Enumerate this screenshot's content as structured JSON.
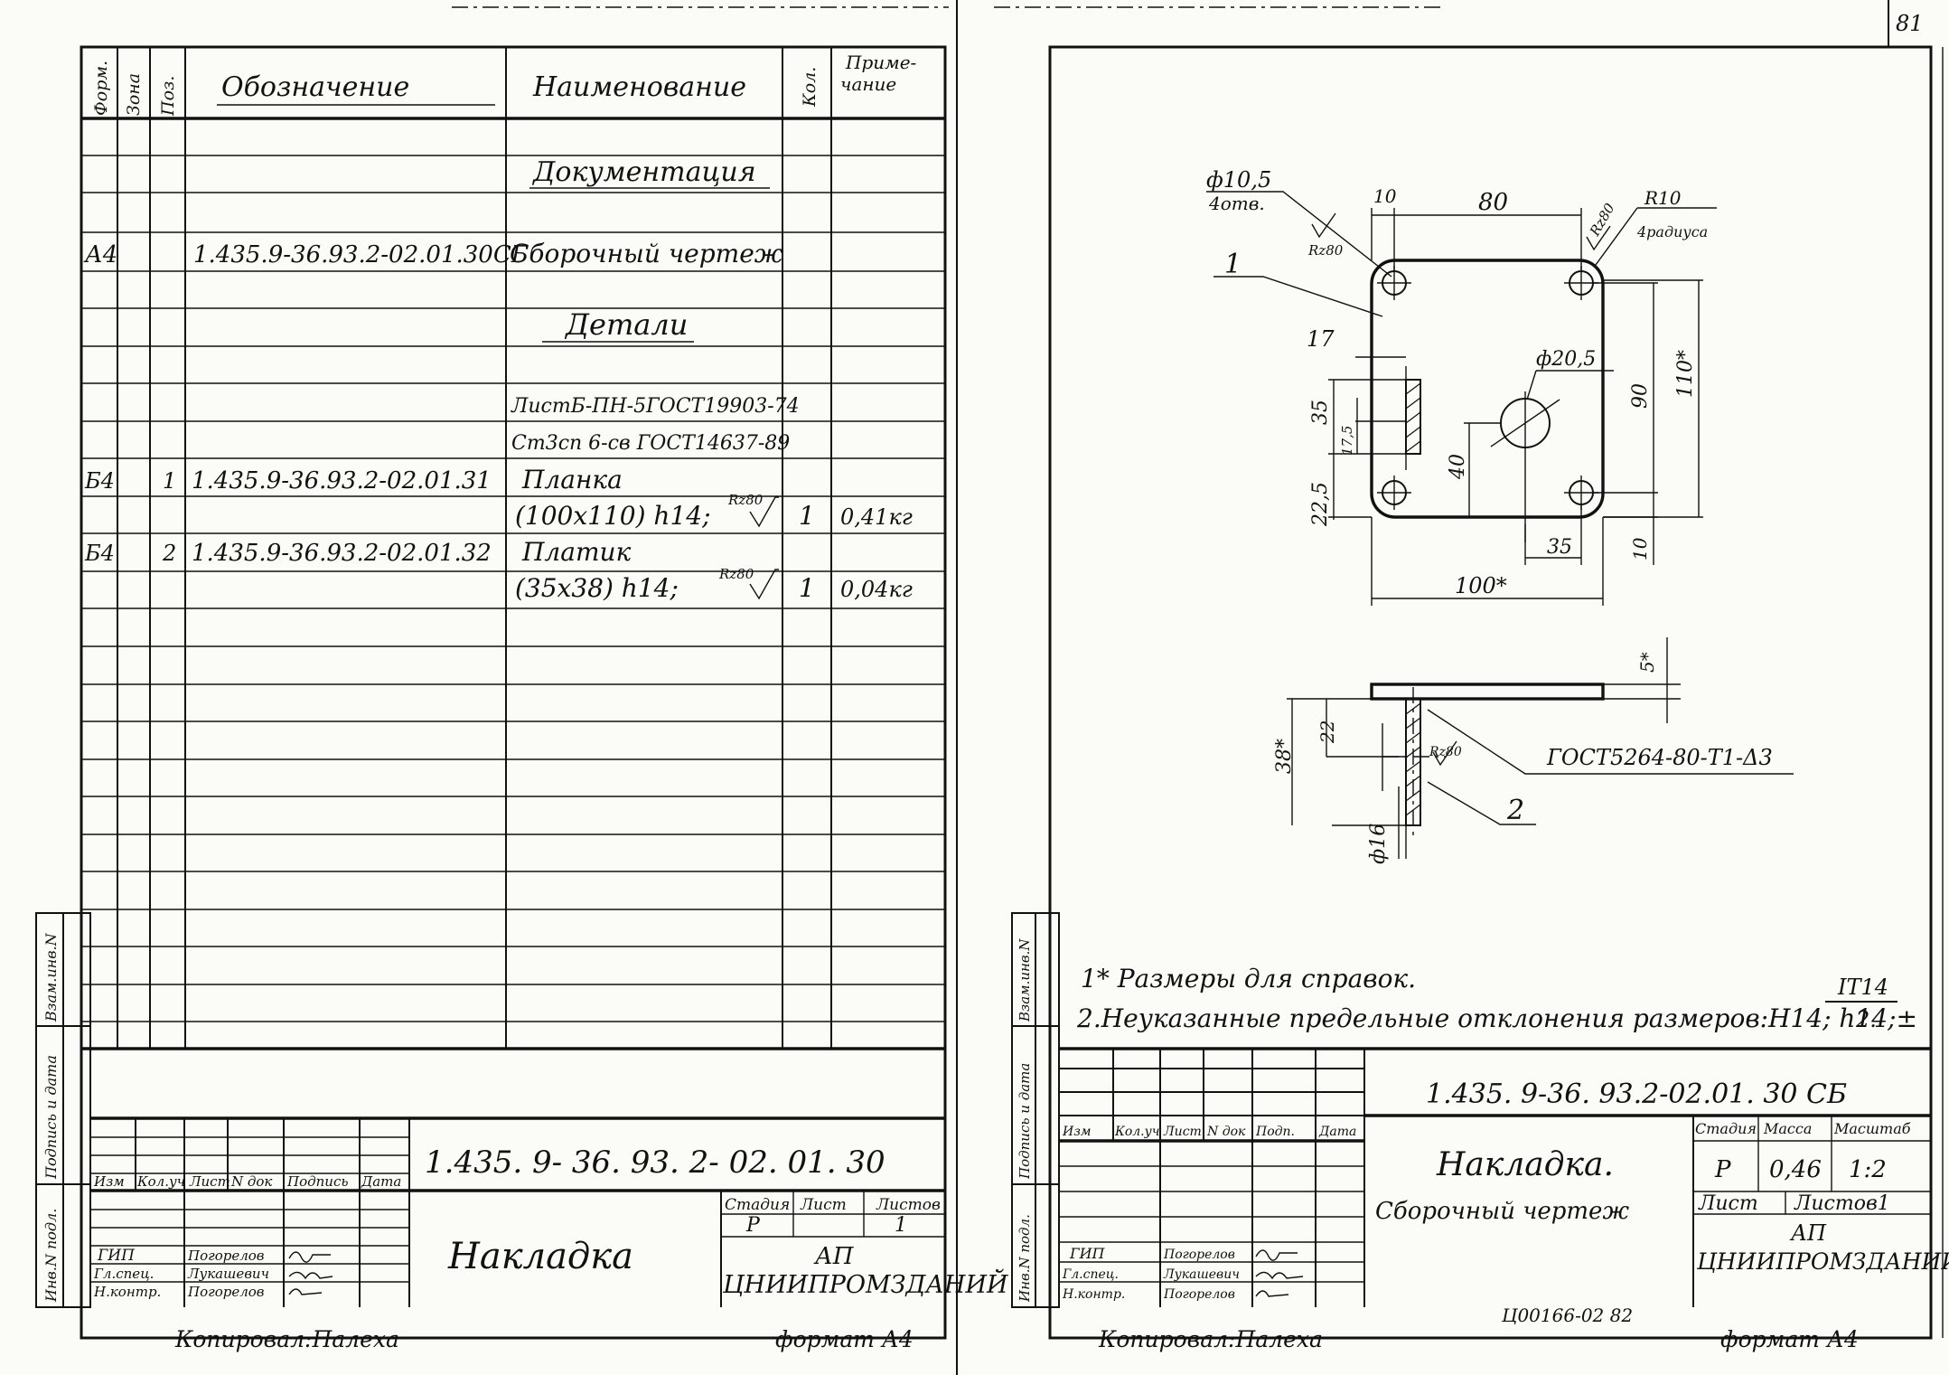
{
  "page_number": "81",
  "left": {
    "header": {
      "format": "Форм.",
      "zone": "Зона",
      "pos": "Поз.",
      "designation": "Обозначение",
      "name": "Наименование",
      "qty": "Кол.",
      "note": "Приме-\nчание"
    },
    "spec": {
      "section_documentation": "Документация",
      "doc_row": {
        "format": "А4",
        "designation": "1.435.9-36.93.2-02.01.30СБ",
        "name": "Сборочный  чертеж"
      },
      "section_parts": "Детали",
      "material_1": "ЛистБ-ПН-5ГОСТ19903-74",
      "material_2": "Ст3сп 6-св ГОСТ14637-89",
      "part_1": {
        "format": "Б4",
        "pos": "1",
        "designation": "1.435.9-36.93.2-02.01.31",
        "name_line1": "Планка",
        "name_line2": "(100х110) h14;",
        "roughness": "Rz80",
        "qty": "1",
        "note": "0,41кг"
      },
      "part_2": {
        "format": "Б4",
        "pos": "2",
        "designation": "1.435.9-36.93.2-02.01.32",
        "name_line1": "Платик",
        "name_line2": "(35х38) h14;",
        "roughness": "Rz80",
        "qty": "1",
        "note": "0,04кг"
      }
    },
    "side_stamp": {
      "top": "Взам.инв.N",
      "middle": "Подпись и дата",
      "bottom": "Инв.N подл."
    },
    "title_block": {
      "code": "1.435. 9- 36.  93. 2- 02. 01. 30",
      "col_headers": [
        "Изм",
        "Кол.уч",
        "Лист",
        "N док",
        "Подпись",
        "Дата"
      ],
      "roles": [
        {
          "role": "ГИП",
          "name": "Погорелов"
        },
        {
          "role": "Гл.спец.",
          "name": "Лукашевич"
        },
        {
          "role": "Н.контр.",
          "name": "Погорелов"
        }
      ],
      "title": "Накладка",
      "stage_label": "Стадия",
      "sheet_label": "Лист",
      "sheets_label": "Листов",
      "stage": "Р",
      "sheets": "1",
      "org_line1": "АП",
      "org_line2": "ЦНИИПРОМЗДАНИЙ"
    },
    "copied": "Копировал:Палеха",
    "format": "формат А4"
  },
  "right": {
    "drawing": {
      "holes_label": "ф10,5",
      "holes_count": "4отв.",
      "dim_10_top": "10",
      "dim_80": "80",
      "rough_top1": "Rz80",
      "rough_top2": "Rz80",
      "radius": "R10",
      "radius_count": "4радиуса",
      "pos1": "1",
      "dim_17": "17",
      "center_hole": "ф20,5",
      "dim_35_left": "35",
      "dim_17_5": "17,5",
      "dim_22_5": "22,5",
      "dim_40": "40",
      "dim_90": "90",
      "dim_110": "110*",
      "dim_35_bottom": "35",
      "dim_10_bottom": "10",
      "dim_100": "100*",
      "dim_5": "5*",
      "dim_38": "38*",
      "dim_22": "22",
      "rough_side": "Rz80",
      "weld": "ГОСТ5264-80-Т1-Δ3",
      "pos2": "2",
      "dim_16": "ф16"
    },
    "notes": {
      "note1": "1* Размеры для справок.",
      "note2": "2.Неуказанные предельные отклонения размеров:Н14; h14;±",
      "frac_top": "IT14",
      "frac_bottom": "2."
    },
    "title_block": {
      "code": "1.435. 9-36. 93.2-02.01. 30 СБ",
      "col_headers": [
        "Изм",
        "Кол.уч",
        "Лист",
        "N док",
        "Подп.",
        "Дата"
      ],
      "roles": [
        {
          "role": "ГИП",
          "name": "Погорелов"
        },
        {
          "role": "Гл.спец.",
          "name": "Лукашевич"
        },
        {
          "role": "Н.контр.",
          "name": "Погорелов"
        }
      ],
      "title": "Накладка.",
      "subtitle": "Сборочный  чертеж",
      "stage_label": "Стадия",
      "mass_label": "Масса",
      "scale_label": "Масштаб",
      "stage": "Р",
      "mass": "0,46",
      "scale": "1:2",
      "sheet_label": "Лист",
      "sheets_label": "Листов1",
      "org_line1": "АП",
      "org_line2": "ЦНИИПРОМЗДАНИЙ",
      "below_stamp": "Ц00166-02  82"
    },
    "side_stamp": {
      "top": "Взам.инв.N",
      "middle": "Подпись и дата",
      "bottom": "Инв.N подл."
    },
    "copied": "Копировал:Палеха",
    "format": "формат А4"
  }
}
